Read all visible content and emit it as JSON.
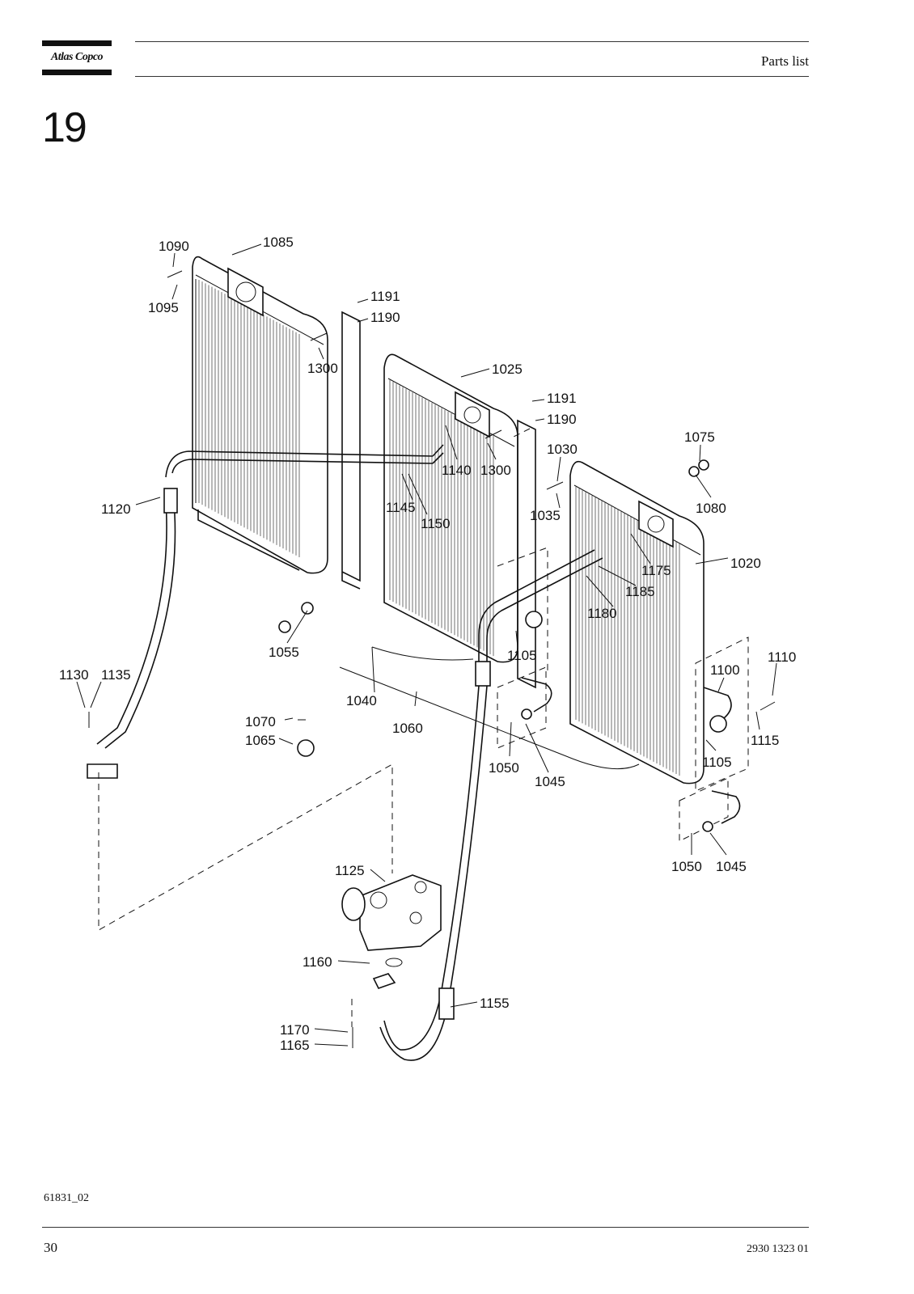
{
  "header": {
    "brand": "Atlas Copco",
    "section_title": "Parts list",
    "figure_number": "19"
  },
  "footer": {
    "figure_ref": "61831_02",
    "page_number": "30",
    "document_number": "2930 1323 01"
  },
  "callouts": [
    "1090",
    "1085",
    "1095",
    "1191",
    "1190",
    "1300",
    "1025",
    "1191",
    "1190",
    "1140",
    "1300",
    "1030",
    "1075",
    "1080",
    "1035",
    "1145",
    "1150",
    "1120",
    "1175",
    "1020",
    "1185",
    "1180",
    "1055",
    "1105",
    "1110",
    "1100",
    "1040",
    "1130",
    "1135",
    "1070",
    "1060",
    "1115",
    "1065",
    "1105",
    "1050",
    "1045",
    "1050",
    "1045",
    "1125",
    "1160",
    "1155",
    "1170",
    "1165"
  ]
}
